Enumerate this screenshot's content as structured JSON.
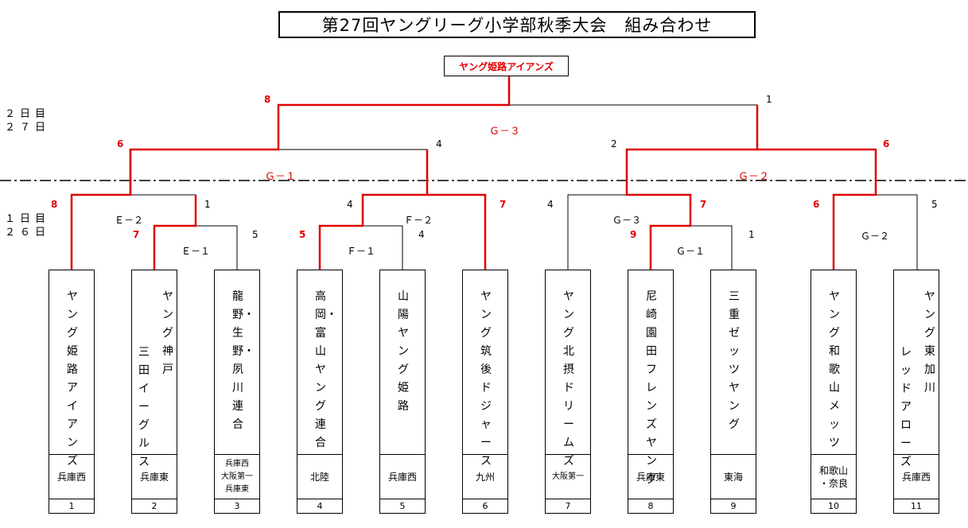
{
  "title": "第27回ヤングリーグ小学部秋季大会　組み合わせ",
  "champion": "ヤング姫路アイアンズ",
  "days": [
    {
      "line1": "２日目",
      "line2": "２７日"
    },
    {
      "line1": "１日目",
      "line2": "２６日"
    }
  ],
  "games": {
    "g3": "Ｇ－３",
    "g1_top": "Ｇ－１",
    "g2_top": "Ｇ－２",
    "e2": "Ｅ－２",
    "e1": "Ｅ－１",
    "f2": "Ｆ－２",
    "f1": "Ｆ－１",
    "g3_low": "Ｇ－３",
    "g1_low": "Ｇ－１",
    "g2_low": "Ｇ－２"
  },
  "scores": {
    "final_left": "8",
    "final_right": "1",
    "semi_left_a": "6",
    "semi_left_b": "4",
    "semi_right_a": "2",
    "semi_right_b": "6",
    "q1_a": "8",
    "q1_b": "1",
    "e1_a": "7",
    "e1_b": "5",
    "q2_a": "4",
    "q2_b": "7",
    "f1_a": "5",
    "f1_b": "4",
    "q3_a": "4",
    "q3_b": "7",
    "q3i_a": "9",
    "q3i_b": "1",
    "q4_a": "6",
    "q4_b": "5"
  },
  "teams": [
    {
      "cols": [
        "ヤング姫路アイアンズ"
      ],
      "region": "兵庫西",
      "num": "1"
    },
    {
      "cols": [
        "ヤング神戸",
        "三田イーグルス"
      ],
      "region": "兵庫東",
      "num": "2"
    },
    {
      "cols": [
        "龍野・生野・夙川連合"
      ],
      "region": "兵庫西\n大阪第一\n兵庫東",
      "num": "3"
    },
    {
      "cols": [
        "高岡・富山ヤング連合"
      ],
      "region": "北陸",
      "num": "4"
    },
    {
      "cols": [
        "山陽ヤング姫路"
      ],
      "region": "兵庫西",
      "num": "5"
    },
    {
      "cols": [
        "ヤング筑後ドジャース"
      ],
      "region": "九州",
      "num": "6"
    },
    {
      "cols": [
        "ヤング北摂ドリームズ"
      ],
      "region": "大阪第一",
      "num": "7"
    },
    {
      "cols": [
        "尼崎園田フレンズヤング"
      ],
      "region": "兵庫東",
      "num": "8"
    },
    {
      "cols": [
        "三重ゼッツヤング"
      ],
      "region": "東海",
      "num": "9"
    },
    {
      "cols": [
        "ヤング和歌山メッツ"
      ],
      "region": "和歌山\n・奈良",
      "num": "10"
    },
    {
      "cols": [
        "ヤング東加川",
        "レッドアローズ"
      ],
      "region": "兵庫西",
      "num": "11"
    }
  ],
  "colors": {
    "win": "#e00000",
    "line": "#000000"
  }
}
